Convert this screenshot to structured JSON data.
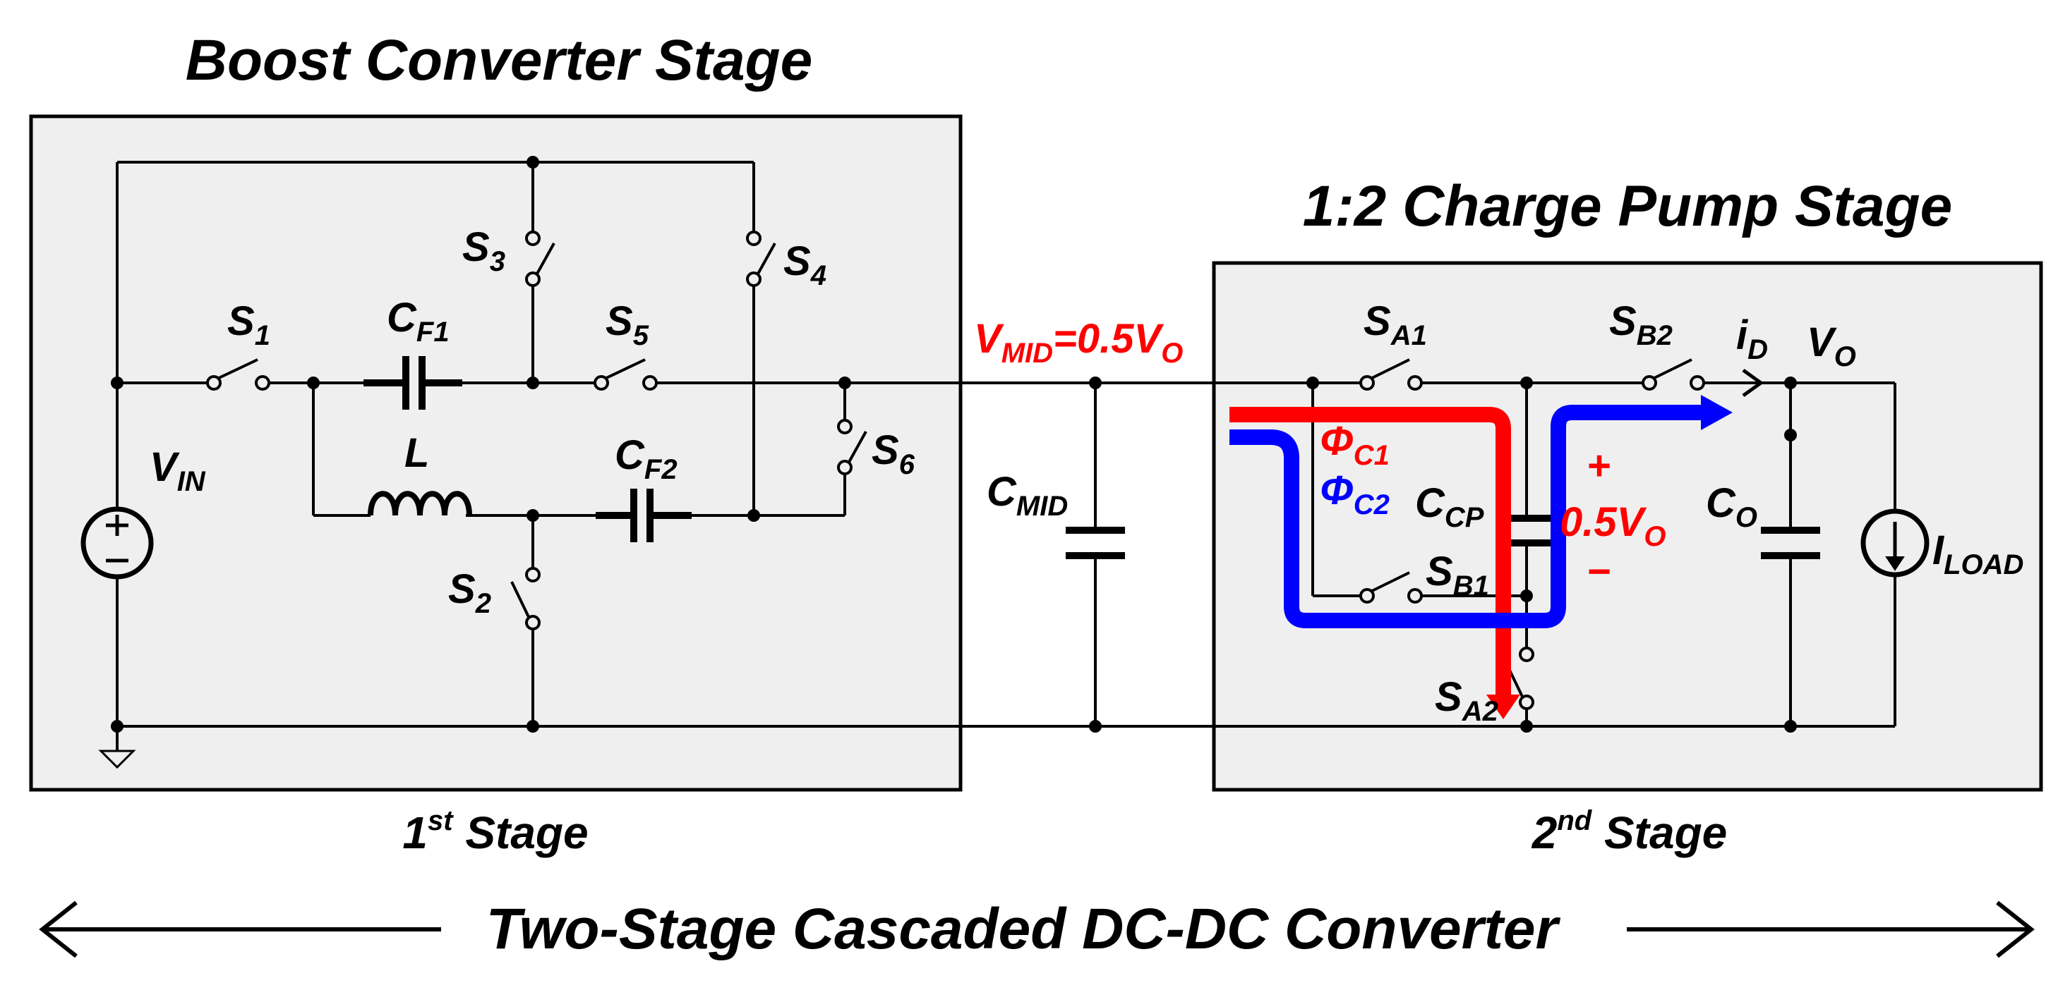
{
  "titles": {
    "boost": "Boost Converter Stage",
    "charge_pump": "1:2 Charge Pump Stage",
    "overall": "Two-Stage Cascaded DC-DC Converter"
  },
  "stage_labels": {
    "first": {
      "base": "1",
      "sup": "st",
      "rest": " Stage"
    },
    "second": {
      "base": "2",
      "sup": "nd",
      "rest": " Stage"
    }
  },
  "components": {
    "vin": {
      "base": "V",
      "sub": "IN"
    },
    "s1": {
      "base": "S",
      "sub": "1"
    },
    "s2": {
      "base": "S",
      "sub": "2"
    },
    "s3": {
      "base": "S",
      "sub": "3"
    },
    "s4": {
      "base": "S",
      "sub": "4"
    },
    "s5": {
      "base": "S",
      "sub": "5"
    },
    "s6": {
      "base": "S",
      "sub": "6"
    },
    "cf1": {
      "base": "C",
      "sub": "F1"
    },
    "cf2": {
      "base": "C",
      "sub": "F2"
    },
    "l": {
      "base": "L",
      "sub": ""
    },
    "cmid": {
      "base": "C",
      "sub": "MID"
    },
    "sa1": {
      "base": "S",
      "sub": "A1"
    },
    "sa2": {
      "base": "S",
      "sub": "A2"
    },
    "sb1": {
      "base": "S",
      "sub": "B1"
    },
    "sb2": {
      "base": "S",
      "sub": "B2"
    },
    "ccp": {
      "base": "C",
      "sub": "CP"
    },
    "co": {
      "base": "C",
      "sub": "O"
    },
    "iload": {
      "base": "I",
      "sub": "LOAD"
    },
    "id": {
      "base": "i",
      "sub": "D"
    },
    "vo": {
      "base": "V",
      "sub": "O"
    }
  },
  "annotations": {
    "vmid": {
      "base": "V",
      "sub": "MID",
      "rest": "=0.5V",
      "sub2": "O"
    },
    "ccp_voltage": {
      "plus": "+",
      "base": "0.5V",
      "sub": "O",
      "minus": "−"
    },
    "phi_c1": {
      "base": "Φ",
      "sub": "C1"
    },
    "phi_c2": {
      "base": "Φ",
      "sub": "C2"
    }
  },
  "colors": {
    "phase1": "#ff0000",
    "phase2": "#0000ff",
    "panel_fill": "#efefef",
    "wire": "#000000"
  }
}
